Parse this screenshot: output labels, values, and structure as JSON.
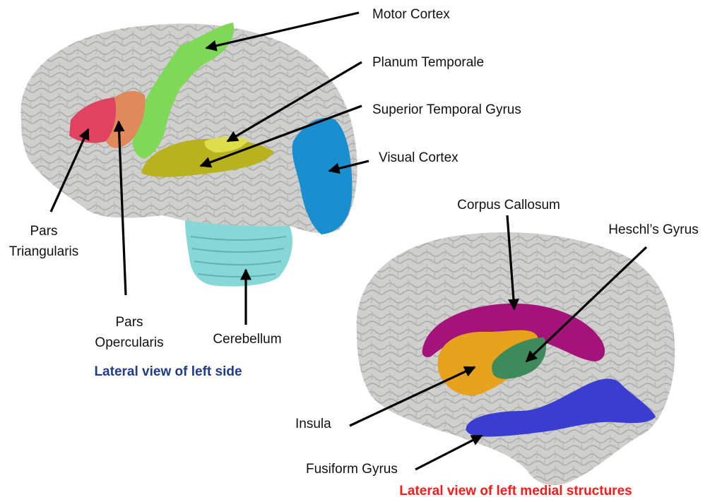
{
  "captions": {
    "lateral_left": "Lateral view of left side",
    "lateral_medial": "Lateral view of left medial structures"
  },
  "labels": {
    "motor_cortex": "Motor Cortex",
    "planum_temporale": "Planum Temporale",
    "superior_temporal_gyrus": "Superior Temporal Gyrus",
    "visual_cortex": "Visual Cortex",
    "pars_triangularis_line1": "Pars",
    "pars_triangularis_line2": "Triangularis",
    "pars_opercularis_line1": "Pars",
    "pars_opercularis_line2": "Opercularis",
    "cerebellum": "Cerebellum",
    "corpus_callosum": "Corpus Callosum",
    "heschls_gyrus": "Heschl’s Gyrus",
    "insula": "Insula",
    "fusiform_gyrus": "Fusiform Gyrus"
  },
  "colors": {
    "cortex": "#cfcfcd",
    "motor_cortex": "#7ed957",
    "pars_triangularis": "#e0435f",
    "pars_opercularis": "#e08a5c",
    "superior_temporal_gyrus": "#b9b21f",
    "planum_temporale": "#dede4a",
    "visual_cortex": "#1a8fd0",
    "cerebellum": "#86d8d6",
    "corpus_callosum": "#a3137a",
    "insula": "#e6a21c",
    "heschls_gyrus": "#3d8a5a",
    "fusiform_gyrus": "#3a3ed0",
    "caption_left": "#1f3c88",
    "caption_right": "#ff1a1a"
  }
}
